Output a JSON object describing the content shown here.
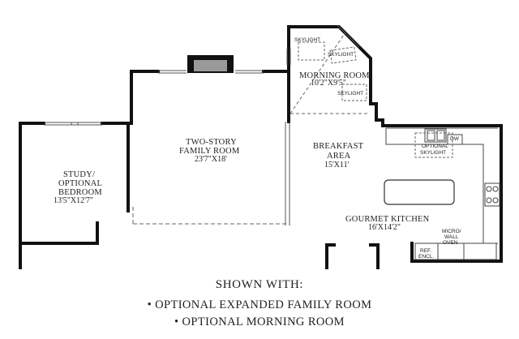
{
  "rooms": {
    "family": {
      "name_1": "TWO-STORY",
      "name_2": "FAMILY ROOM",
      "dims": "23'7\"X18'"
    },
    "study": {
      "name_1": "STUDY/",
      "name_2": "OPTIONAL",
      "name_3": "BEDROOM",
      "dims": "13'5\"X12'7\""
    },
    "morning": {
      "name": "MORNING ROOM",
      "dims": "10'2\"X9'5\""
    },
    "breakfast": {
      "name_1": "BREAKFAST",
      "name_2": "AREA",
      "dims": "15'X11'"
    },
    "kitchen": {
      "name": "GOURMET KITCHEN",
      "dims": "16'X14'2\""
    }
  },
  "features": {
    "skylight": "SKYLIGHT",
    "optional_skylight_1": "OPTIONAL",
    "optional_skylight_2": "SKYLIGHT",
    "dw": "DW",
    "micro_1": "MICRO/",
    "micro_2": "WALL",
    "micro_3": "OVEN",
    "ref_1": "REF.",
    "ref_2": "ENCL."
  },
  "caption": {
    "title": "SHOWN WITH:",
    "option_1": "• OPTIONAL EXPANDED FAMILY ROOM",
    "option_2": "• OPTIONAL MORNING ROOM"
  },
  "colors": {
    "wall": "#111111",
    "thin": "#555555",
    "text": "#222222"
  }
}
